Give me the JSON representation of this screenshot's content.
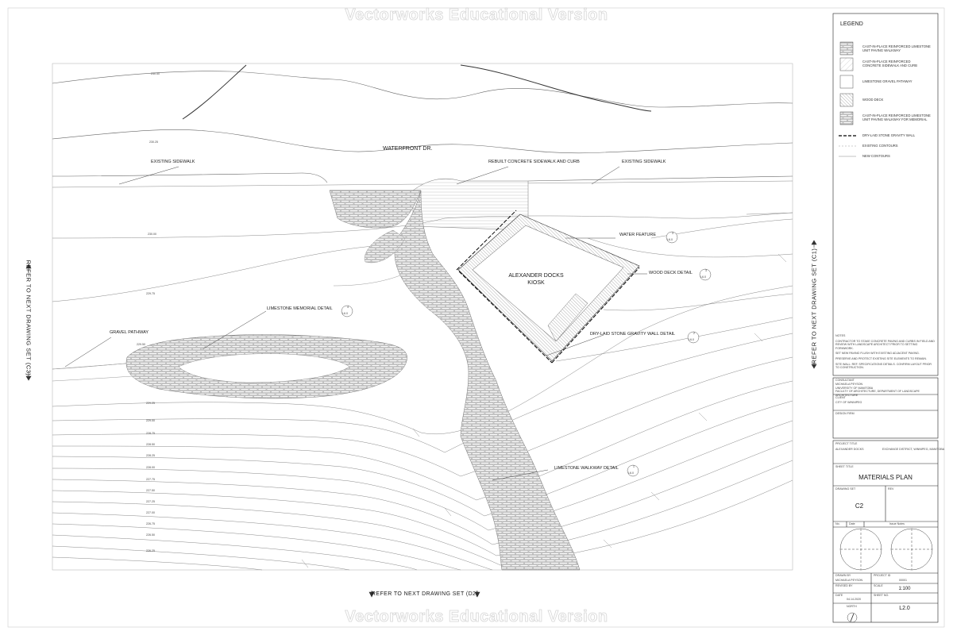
{
  "watermark": "Vectorworks Educational Version",
  "refs": {
    "left": "REFER TO NEXT DRAWING SET (C3)",
    "right": "REFER TO NEXT DRAWING SET (C1)",
    "bottom": "REFER TO NEXT DRAWING SET (D2)"
  },
  "plan": {
    "street": "WATERFRONT DR.",
    "kiosk_line1": "ALEXANDER DOCKS",
    "kiosk_line2": "KIOSK",
    "labels": {
      "existing_sidewalk_left": "EXISTING SIDEWALK",
      "rebuilt_sidewalk": "REBUILT CONCRETE SIDEWALK AND CURB",
      "existing_sidewalk_right": "EXISTING SIDEWALK",
      "water_feature": "WATER FEATURE",
      "wood_deck_detail": "WOOD DECK DETAIL",
      "limestone_memorial_detail": "LIMESTONE MEMORIAL DETAIL",
      "gravel_pathway": "GRAVEL PATHWAY",
      "dry_laid_wall_detail": "DRY-LAID STONE GRAVITY WALL DETAIL",
      "limestone_walkway_detail": "LIMESTONE WALKWAY DETAIL"
    },
    "detail_tags": {
      "water_feature": {
        "num": "3",
        "sheet": "L6.0"
      },
      "wood_deck": {
        "num": "3",
        "sheet": "L6.0"
      },
      "memorial": {
        "num": "4",
        "sheet": "L6.0"
      },
      "gravity_wall": {
        "num": "2",
        "sheet": "L6.0"
      },
      "walkway": {
        "num": "1",
        "sheet": "L6.0"
      }
    },
    "contours": [
      "230.50",
      "230.25",
      "230.00",
      "229.75",
      "229.50",
      "229.25",
      "229.00",
      "228.75",
      "228.50",
      "228.25",
      "228.00",
      "227.75",
      "227.50",
      "227.25",
      "227.00",
      "226.75",
      "226.50",
      "226.25"
    ]
  },
  "legend": {
    "title": "LEGEND",
    "items": [
      {
        "line1": "CAST-IN-PLACE REINFORCED LIMESTONE",
        "line2": "UNIT PAVING WALKWAY"
      },
      {
        "line1": "CAST-IN-PLACE REINFORCED",
        "line2": "CONCRETE SIDEWALK AND CURB"
      },
      {
        "line1": "LIMESTONE GRAVEL PATHWAY",
        "line2": ""
      },
      {
        "line1": "WOOD DECK",
        "line2": ""
      },
      {
        "line1": "CAST-IN-PLACE REINFORCED LIMESTONE",
        "line2": "UNIT PAVING WALKWAY FOR MEMORIAL"
      }
    ],
    "line_items": [
      "DRY-LAID STONE GRAVITY WALL",
      "EXISTING CONTOURS",
      "NEW CONTOURS"
    ]
  },
  "notes": {
    "title": "NOTES",
    "items": [
      "CONTRACTOR TO STAKE CONCRETE PAVING AND CURBS IN FIELD AND REVIEW WITH LANDSCAPE ARCHITECT PRIOR TO SETTING FORMWORK.",
      "SET NEW PAVING FLUSH WITH EXISTING ADJACENT PAVING.",
      "PRESERVE AND PROTECT EXISTING SITE ELEMENTS TO REMAIN.",
      "SITE WALL: REF. SPECIFICATIONS DETAILS. CONFIRM LAYOUT PRIOR TO CONSTRUCTION."
    ]
  },
  "title_block": {
    "consultant_label": "CONSULTANT",
    "consultant_lines": [
      "MICHAELA PEYSON",
      "UNIVERSITY OF MANITOBA",
      "FACULTY OF ARCHITECTURE, DEPARTMENT OF LANDSCAPE ARCHITECTURE"
    ],
    "client_label": "CLIENT",
    "client": "CITY OF WINNIPEG",
    "design_firm_label": "DESIGN FIRM",
    "project_title_label": "PROJECT TITLE",
    "project_title": "ALEXANDER DOCKS",
    "project_location": "EXCHANGE DISTRICT, WINNIPEG, MANITOBA",
    "sheet_title_label": "SHEET TITLE",
    "sheet_title": "MATERIALS PLAN",
    "drawing_set_label": "DRAWING SET",
    "drawing_set": "C2",
    "rev_label": "REV",
    "issue_headers": [
      "No.",
      "Date",
      "Issue Notes"
    ],
    "drawn_by_label": "DRAWN BY",
    "drawn_by": "MICHAELA PEYSON",
    "project_id_label": "PROJECT ID",
    "project_id": "00001",
    "revised_by_label": "REVISED BY",
    "scale_label": "SCALE",
    "scale": "1:100",
    "date_label": "DATE",
    "date": "04.14.2020",
    "sheet_no_label": "SHEET NO.",
    "sheet_no": "L2.0",
    "north_label": "NORTH"
  }
}
